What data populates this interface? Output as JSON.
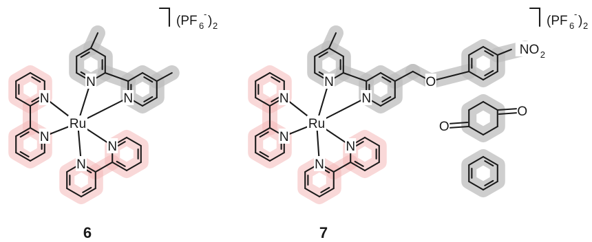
{
  "labels": {
    "metal": "Ru",
    "nitrogen": "N",
    "oxygen": "O",
    "nitro": "NO",
    "nitro_sub": "2",
    "counter_open": "(PF",
    "counter_sub": "6",
    "counter_sup": "-",
    "counter_close": ")",
    "counter_mult": "2"
  },
  "compounds": [
    {
      "id": "6"
    },
    {
      "id": "7"
    }
  ],
  "colors": {
    "bond": "#1a1a1a",
    "bipyridine_highlight": "#f4b8b8",
    "dimethyl_bipyridine_highlight": "#bdbdbd"
  }
}
